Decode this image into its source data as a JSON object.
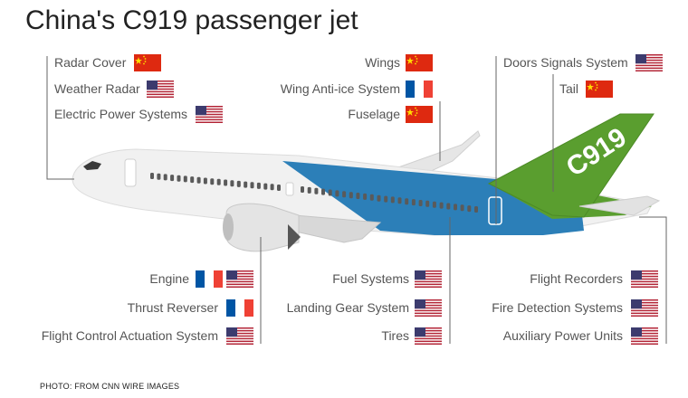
{
  "title": "China's C919 passenger jet",
  "tail_mark": "C919",
  "credit": "PHOTO: FROM CNN WIRE IMAGES",
  "colors": {
    "china_red": "#de2910",
    "china_star": "#ffde00",
    "us_red": "#b22234",
    "us_blue": "#3c3b6e",
    "fr_blue": "#0055a4",
    "fr_red": "#ef4135",
    "livery_blue": "#2c7fb8",
    "livery_green": "#5a9e2f"
  },
  "components_top_left": [
    {
      "label": "Radar Cover",
      "flags": [
        "china"
      ]
    },
    {
      "label": "Weather Radar",
      "flags": [
        "usa"
      ]
    },
    {
      "label": "Electric Power Systems",
      "flags": [
        "usa"
      ]
    }
  ],
  "components_top_center": [
    {
      "label": "Wings",
      "flags": [
        "china"
      ]
    },
    {
      "label": "Wing Anti-ice System",
      "flags": [
        "france"
      ]
    },
    {
      "label": "Fuselage",
      "flags": [
        "china"
      ]
    }
  ],
  "components_top_right": [
    {
      "label": "Doors Signals System",
      "flags": [
        "usa"
      ]
    },
    {
      "label": "Tail",
      "flags": [
        "china"
      ]
    }
  ],
  "components_bottom_left": [
    {
      "label": "Engine",
      "flags": [
        "france",
        "usa"
      ]
    },
    {
      "label": "Thrust Reverser",
      "flags": [
        "france"
      ]
    },
    {
      "label": "Flight Control Actuation System",
      "flags": [
        "usa"
      ]
    }
  ],
  "components_bottom_center": [
    {
      "label": "Fuel Systems",
      "flags": [
        "usa"
      ]
    },
    {
      "label": "Landing Gear System",
      "flags": [
        "usa"
      ]
    },
    {
      "label": "Tires",
      "flags": [
        "usa"
      ]
    }
  ],
  "components_bottom_right": [
    {
      "label": "Flight Recorders",
      "flags": [
        "usa"
      ]
    },
    {
      "label": "Fire Detection Systems",
      "flags": [
        "usa"
      ]
    },
    {
      "label": "Auxiliary Power Units",
      "flags": [
        "usa"
      ]
    }
  ]
}
